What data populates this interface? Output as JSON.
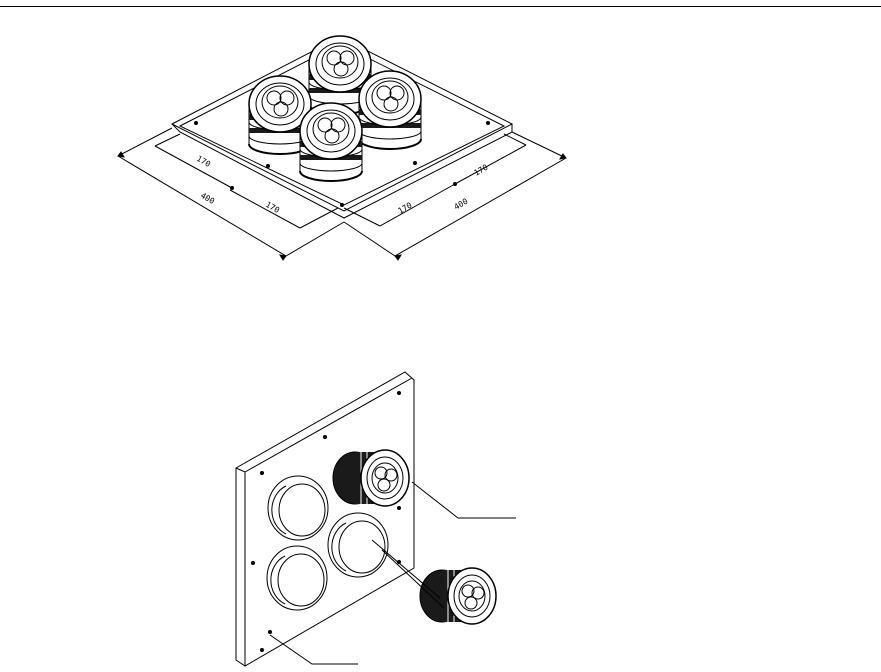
{
  "colors": {
    "line": "#000000",
    "background": "#ffffff",
    "dark_band": "#1a1a1a"
  },
  "top_view": {
    "dimensions": {
      "left_inner": "170",
      "left_middle": "170",
      "left_overall": "400",
      "right_inner": "170",
      "right_middle": "170",
      "right_overall": "400"
    }
  }
}
